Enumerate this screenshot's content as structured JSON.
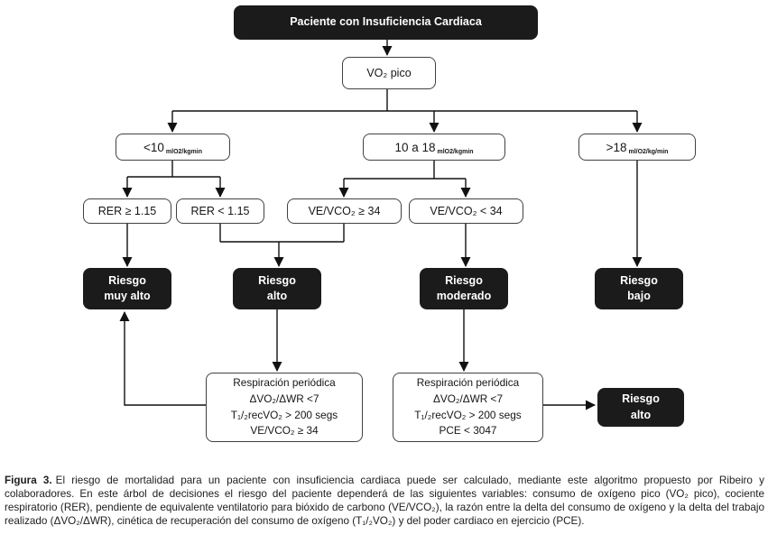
{
  "figure": {
    "root_label": "Paciente con Insuficiencia Cardiaca",
    "vo2_label": "VO₂ pico",
    "branches": [
      {
        "value": "<10",
        "unit": "mlO2/kgmin"
      },
      {
        "value": "10 a 18",
        "unit": "mlO2/kgmin"
      },
      {
        "value": ">18",
        "unit": "ml/O2/kg/min"
      }
    ],
    "criteria": [
      {
        "label": "RER ≥ 1.15"
      },
      {
        "label": "RER < 1.15"
      },
      {
        "label": "VE/VCO₂ ≥ 34"
      },
      {
        "label": "VE/VCO₂ < 34"
      }
    ],
    "risks": [
      {
        "line1": "Riesgo",
        "line2": "muy alto"
      },
      {
        "line1": "Riesgo",
        "line2": "alto"
      },
      {
        "line1": "Riesgo",
        "line2": "moderado"
      },
      {
        "line1": "Riesgo",
        "line2": "bajo"
      },
      {
        "line1": "Riesgo",
        "line2": "alto"
      }
    ],
    "periodic_breathing": [
      {
        "lines": [
          "Respiración periódica",
          "ΔVO₂/ΔWR <7",
          "T₁/₂recVO₂ > 200 segs",
          "VE/VCO₂ ≥ 34"
        ]
      },
      {
        "lines": [
          "Respiración periódica",
          "ΔVO₂/ΔWR <7",
          "T₁/₂recVO₂ > 200 segs",
          "PCE < 3047"
        ]
      }
    ]
  },
  "caption": {
    "label": "Figura 3.",
    "text": "El riesgo de mortalidad para un paciente con insuficiencia cardiaca puede ser calculado, mediante este algoritmo propuesto por Ribeiro y colaboradores. En este árbol de decisiones el riesgo del paciente dependerá de las siguientes variables: consumo de oxígeno pico (VO₂ pico), cociente respiratorio (RER), pendiente de equivalente ventilatorio para bióxido de carbono (VE/VCO₂), la razón entre la delta del consumo de oxígeno y la delta del trabajo realizado (ΔVO₂/ΔWR), cinética de recuperación del consumo de oxígeno (T₁/₂VO₂) y del poder cardiaco en ejercicio (PCE)."
  },
  "colors": {
    "node_dark": "#1b1b1b",
    "node_border": "#414141",
    "connector": "#111111"
  }
}
